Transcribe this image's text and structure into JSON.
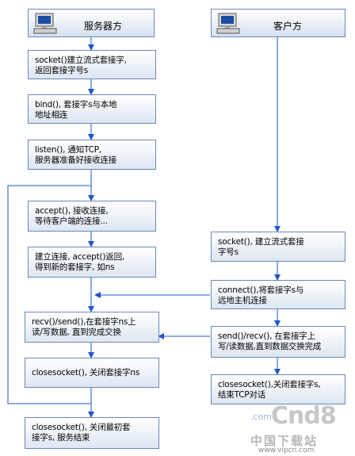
{
  "server": {
    "title": "服务器方",
    "steps": [
      "socket()建立流式套接字,\n返回套接字号s",
      "bind(), 套接字s与本地\n地址相连",
      "listen(), 通知TCP,\n服务器准备好接收连接",
      "accept(), 接收连接,\n等待客户端的连接...",
      "建立连接, accept()返回,\n得到新的套接字, 如ns",
      "recv()/send(),在套接字ns上\n读/写数据, 直到完成交换",
      "closesocket(), 关闭套接字ns",
      "closesocket(), 关闭最初套\n接字s, 服务结束"
    ]
  },
  "client": {
    "title": "客户方",
    "steps": [
      "socket(), 建立流式套接\n字号s",
      "connect(),将套接字s与\n远地主机连接",
      "send()/recv(), 在套接字上\n写/读数据,直到数据交换完成",
      "closesocket(),关闭套接字s,\n结束TCP对话"
    ]
  },
  "watermark": {
    "brand": "Cnd8",
    "dot": ".com",
    "cn": "中国下载站",
    "url": "www.vipcn.com"
  }
}
